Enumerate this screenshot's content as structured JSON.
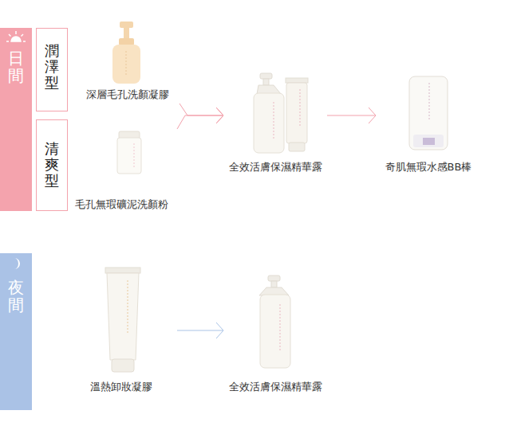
{
  "diagram": {
    "nodes": [
      {
        "text": [
          "日間"
        ]
      },
      {
        "text": [
          "潤澤型"
        ]
      },
      {
        "text": [
          "清爽型"
        ]
      },
      {
        "text": [
          "深層毛孔洗顏凝膠"
        ]
      },
      {
        "text": [
          "毛孔無瑕礦泥洗顏粉"
        ]
      },
      {
        "text": [
          "全效活膚保濕精華露"
        ]
      },
      {
        "text": [
          "奇肌無瑕水感BB棒"
        ]
      },
      {
        "text": [
          "夜間"
        ]
      },
      {
        "text": [
          "溫熱卸妝凝膠"
        ]
      },
      {
        "text": [
          "全效活膚保濕精華露"
        ]
      }
    ],
    "edges": [
      {
        "from": 3,
        "to": 5,
        "arrow": "to"
      },
      {
        "from": 4,
        "to": 5,
        "arrow": "to"
      },
      {
        "from": 5,
        "to": 6,
        "arrow": "to"
      },
      {
        "from": 8,
        "to": 9,
        "arrow": "to"
      }
    ]
  }
}
